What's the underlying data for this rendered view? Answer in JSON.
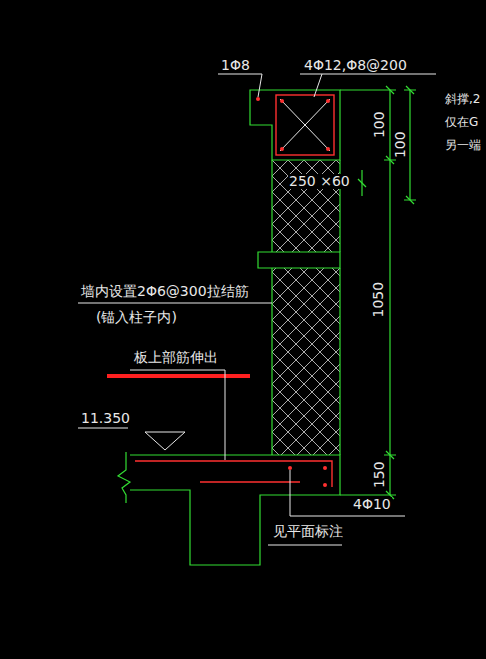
{
  "diagram": {
    "labels": [
      "1Φ8",
      "4Φ12,Φ8@200",
      "100",
      "100",
      "斜撑,2",
      "仅在G",
      "另一端",
      "250 ×60",
      "墙内设置2Φ6@300拉结筋",
      "(锚入柱子内)",
      "板上部筋伸出",
      "1050",
      "11.350",
      "150",
      "4Φ10",
      "见平面标注"
    ]
  }
}
